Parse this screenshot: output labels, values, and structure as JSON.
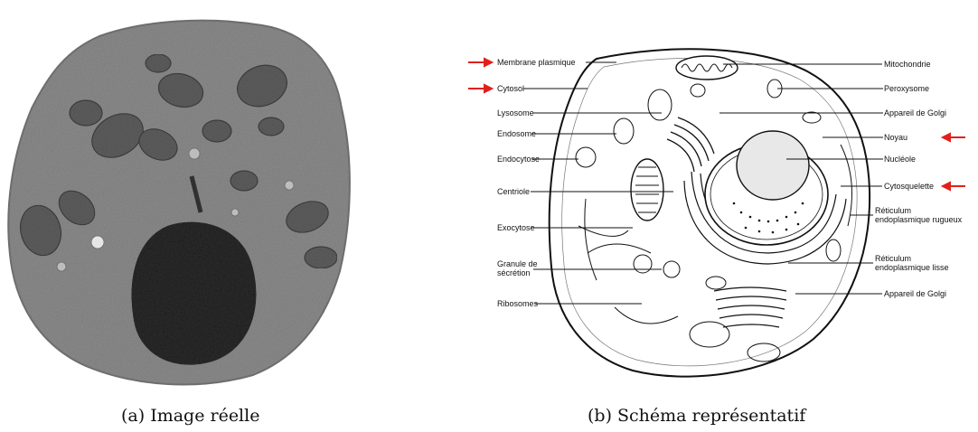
{
  "figure": {
    "caption_a": "(a) Image réelle",
    "caption_b": "(b) Schéma représentatif"
  },
  "schema": {
    "left_labels": [
      {
        "id": "membrane",
        "text": "Membrane plasmique",
        "arrow": true
      },
      {
        "id": "cytosol",
        "text": "Cytosol",
        "arrow": true
      },
      {
        "id": "lysosome",
        "text": "Lysosome",
        "arrow": false
      },
      {
        "id": "endosome",
        "text": "Endosome",
        "arrow": false
      },
      {
        "id": "endocytose",
        "text": "Endocytose",
        "arrow": false
      },
      {
        "id": "centriole",
        "text": "Centriole",
        "arrow": false
      },
      {
        "id": "exocytose",
        "text": "Exocytose",
        "arrow": false
      },
      {
        "id": "granule",
        "text": "Granule de\nsécrétion",
        "arrow": false
      },
      {
        "id": "ribosomes",
        "text": "Ribosomes",
        "arrow": false
      }
    ],
    "right_labels": [
      {
        "id": "mitochondrie",
        "text": "Mitochondrie",
        "arrow": false
      },
      {
        "id": "peroxysome",
        "text": "Peroxysome",
        "arrow": false
      },
      {
        "id": "golgi1",
        "text": "Appareil de Golgi",
        "arrow": false
      },
      {
        "id": "noyau",
        "text": "Noyau",
        "arrow": true
      },
      {
        "id": "nucleole",
        "text": "Nucléole",
        "arrow": false
      },
      {
        "id": "cytosquelette",
        "text": "Cytosquelette",
        "arrow": true
      },
      {
        "id": "rer",
        "text": "Réticulum\nendoplasmique rugueux",
        "arrow": false
      },
      {
        "id": "rel",
        "text": "Réticulum\nendoplasmique lisse",
        "arrow": false
      },
      {
        "id": "golgi2",
        "text": "Appareil de Golgi",
        "arrow": false
      }
    ],
    "arrow_color": "#e0201c"
  }
}
